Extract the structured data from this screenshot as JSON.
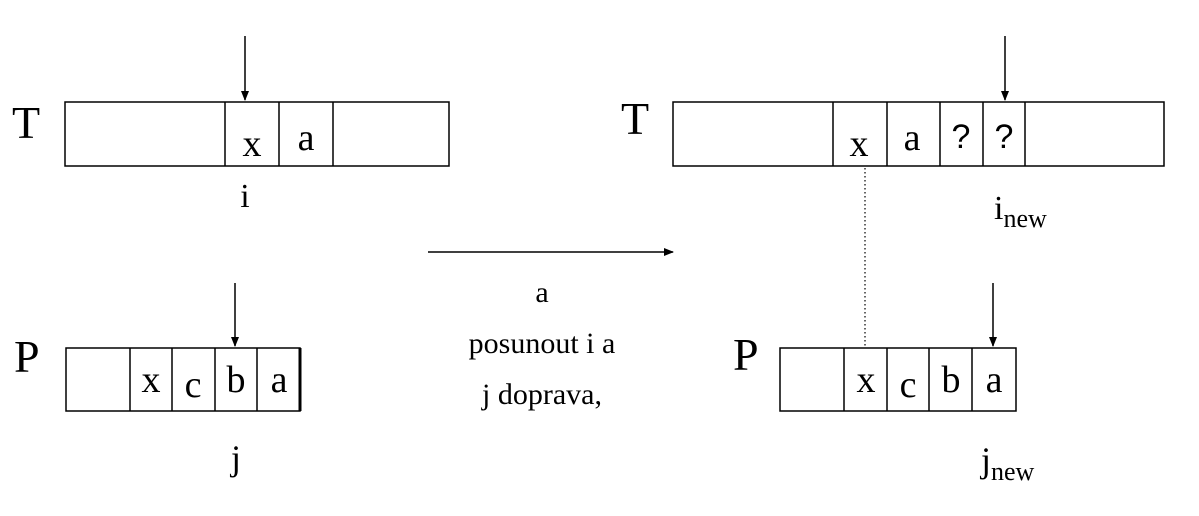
{
  "left": {
    "text_label": "T",
    "text_cells": [
      "",
      "x",
      "a",
      ""
    ],
    "text_index": "i",
    "pattern_label": "P",
    "pattern_cells": [
      "",
      "x",
      "c",
      "b",
      "a"
    ],
    "pattern_index": "j"
  },
  "middle": {
    "line1": "a",
    "line2": "posunout i a",
    "line3": "j doprava,"
  },
  "right": {
    "text_label": "T",
    "text_cells": [
      "",
      "x",
      "a",
      "?",
      "?",
      ""
    ],
    "text_index_base": "i",
    "text_index_sub": "new",
    "pattern_label": "P",
    "pattern_cells": [
      "",
      "x",
      "c",
      "b",
      "a"
    ],
    "pattern_index_base": "j",
    "pattern_index_sub": "new"
  }
}
